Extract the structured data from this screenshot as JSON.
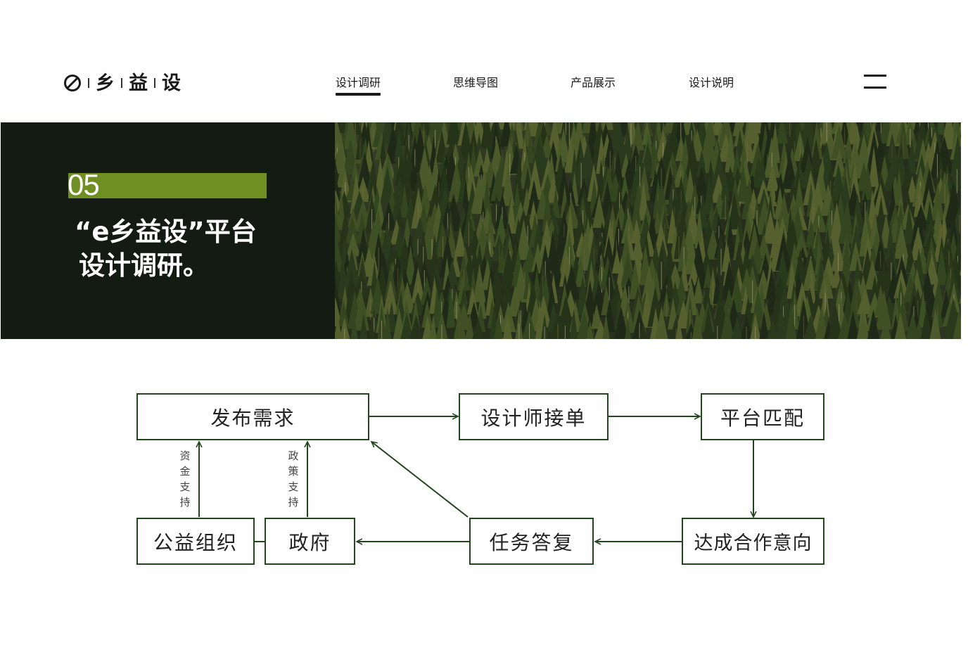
{
  "logo": {
    "chars": [
      "乡",
      "益",
      "设"
    ]
  },
  "nav": {
    "items": [
      {
        "label": "设计调研",
        "active": true
      },
      {
        "label": "思维导图",
        "active": false
      },
      {
        "label": "产品展示",
        "active": false
      },
      {
        "label": "设计说明",
        "active": false
      }
    ]
  },
  "banner": {
    "number": "05",
    "title_line1": "“e乡益设”平台",
    "title_line2": "设计调研。",
    "accent_color": "#6f8f22",
    "dark_color": "#141b12"
  },
  "diagram": {
    "nodes": {
      "publish": "发布需求",
      "designer": "设计师接单",
      "match": "平台匹配",
      "agree": "达成合作意向",
      "reply": "任务答复",
      "gov": "政府",
      "ngo": "公益组织"
    },
    "labels": {
      "fund": "资金支持",
      "policy": "政策支持"
    },
    "line_color": "#24461f"
  }
}
